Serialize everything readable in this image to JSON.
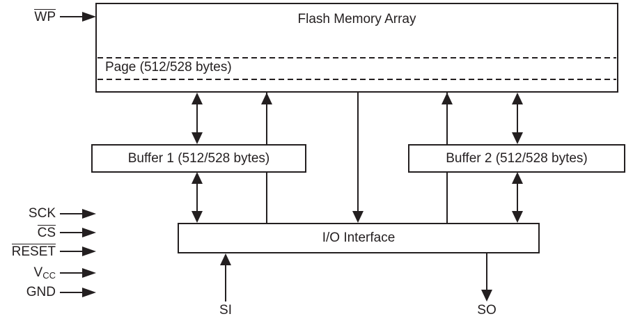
{
  "diagram": {
    "nodes": {
      "flash": {
        "label": "Flash Memory Array"
      },
      "page": {
        "label": "Page (512/528 bytes)"
      },
      "buffer1": {
        "label": "Buffer 1 (512/528 bytes)"
      },
      "buffer2": {
        "label": "Buffer 2 (512/528 bytes)"
      },
      "io": {
        "label": "I/O Interface"
      }
    },
    "pins": {
      "wp": {
        "label": "WP",
        "active_low": true
      },
      "sck": {
        "label": "SCK",
        "active_low": false
      },
      "cs": {
        "label": "CS",
        "active_low": true
      },
      "reset": {
        "label": "RESET",
        "active_low": true
      },
      "vcc": {
        "label": "V",
        "subscript": "CC"
      },
      "gnd": {
        "label": "GND"
      },
      "si": {
        "label": "SI"
      },
      "so": {
        "label": "SO"
      }
    },
    "connections": [
      {
        "from": "WP",
        "to": "Flash Memory Array",
        "direction": "in"
      },
      {
        "from": "Flash Memory Array",
        "to": "Buffer 1",
        "direction": "bidirectional"
      },
      {
        "from": "Flash Memory Array",
        "to": "Buffer 2",
        "direction": "bidirectional"
      },
      {
        "from": "Buffer 1",
        "to": "I/O Interface",
        "direction": "bidirectional"
      },
      {
        "from": "Buffer 2",
        "to": "I/O Interface",
        "direction": "bidirectional"
      },
      {
        "from": "I/O Interface",
        "to": "Flash Memory Array",
        "direction": "up-through-buffer1"
      },
      {
        "from": "I/O Interface",
        "to": "Flash Memory Array",
        "direction": "up-through-buffer2"
      },
      {
        "from": "Flash Memory Array",
        "to": "I/O Interface",
        "direction": "down"
      },
      {
        "from": "SI",
        "to": "I/O Interface",
        "direction": "in"
      },
      {
        "from": "I/O Interface",
        "to": "SO",
        "direction": "out"
      }
    ],
    "colors": {
      "line": "#231f20",
      "text": "#231f20",
      "background": "#ffffff"
    }
  }
}
